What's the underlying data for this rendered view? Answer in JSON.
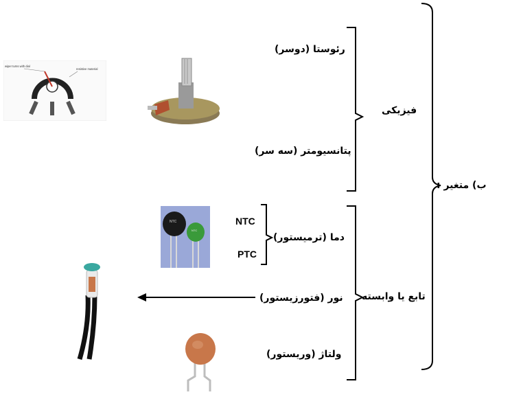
{
  "root_label": "ب) متغیر :",
  "groups": {
    "physical": {
      "label": "فیزیکی",
      "items": [
        "رئوستا (دوسر)",
        "پتانسیومتر (سه سر)"
      ]
    },
    "dependent": {
      "label": "تابع یا وابسته",
      "items": {
        "temperature": "دما (ترمیستور)",
        "light": "نور (فتورزیستور)",
        "voltage": "ولتاژ (وریستور)"
      },
      "thermistor_types": [
        "NTC",
        "PTC"
      ]
    }
  },
  "photos": {
    "potentiometer_diagram": [
      "wiper turns with dial",
      "resistive material"
    ],
    "thermistor_labels": [
      "NTC",
      "NTC"
    ],
    "icons": [
      "potentiometer-diagram-icon",
      "potentiometer-photo-icon",
      "thermistor-photo-icon",
      "photoresistor-photo-icon",
      "varistor-photo-icon"
    ]
  },
  "colors": {
    "line": "#000000",
    "background": "#ffffff",
    "thermistor_bg": "#9aa8d8",
    "ntc_black": "#1a1a1a",
    "ntc_green": "#3a9a3a",
    "varistor": "#c8774a",
    "sensor_teal": "#3aa8a0"
  }
}
